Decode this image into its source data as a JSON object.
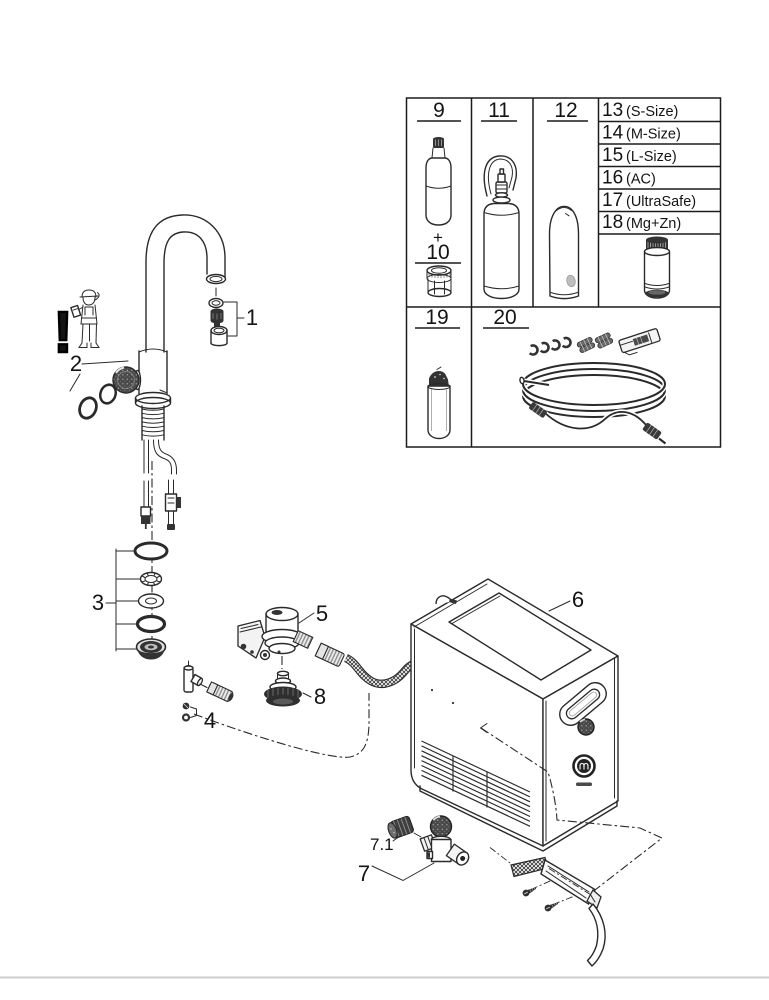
{
  "colors": {
    "background": "#ffffff",
    "line_art_ink": "#2a2a2a",
    "table_border": "#1c1c1c",
    "dark_part_fill": "#333333",
    "footer_rule": "#cccccc"
  },
  "parts_table": {
    "row1": {
      "co2_bottle_num": "9",
      "plus_sign": "+",
      "co2_adapter_num": "10",
      "co2_large_bottle_num": "11",
      "carafe_num": "12",
      "filter_variants": [
        {
          "num": "13",
          "label": "(S-Size)"
        },
        {
          "num": "14",
          "label": "(M-Size)"
        },
        {
          "num": "15",
          "label": "(L-Size)"
        },
        {
          "num": "16",
          "label": "(AC)"
        },
        {
          "num": "17",
          "label": "(UltraSafe)"
        },
        {
          "num": "18",
          "label": "(Mg+Zn)"
        }
      ]
    },
    "row2": {
      "cleaning_cartridge_num": "19",
      "install_kit_num": "20"
    }
  },
  "callouts": {
    "aerator_set": "1",
    "body_orings": "2",
    "mounting_set": "3",
    "screw_set": "4",
    "pressure_regulator": "5",
    "cooler_unit": "6",
    "supply_valve": "7",
    "supply_valve_cap": "7.1",
    "filter_head": "8",
    "warning_mark": "!"
  }
}
